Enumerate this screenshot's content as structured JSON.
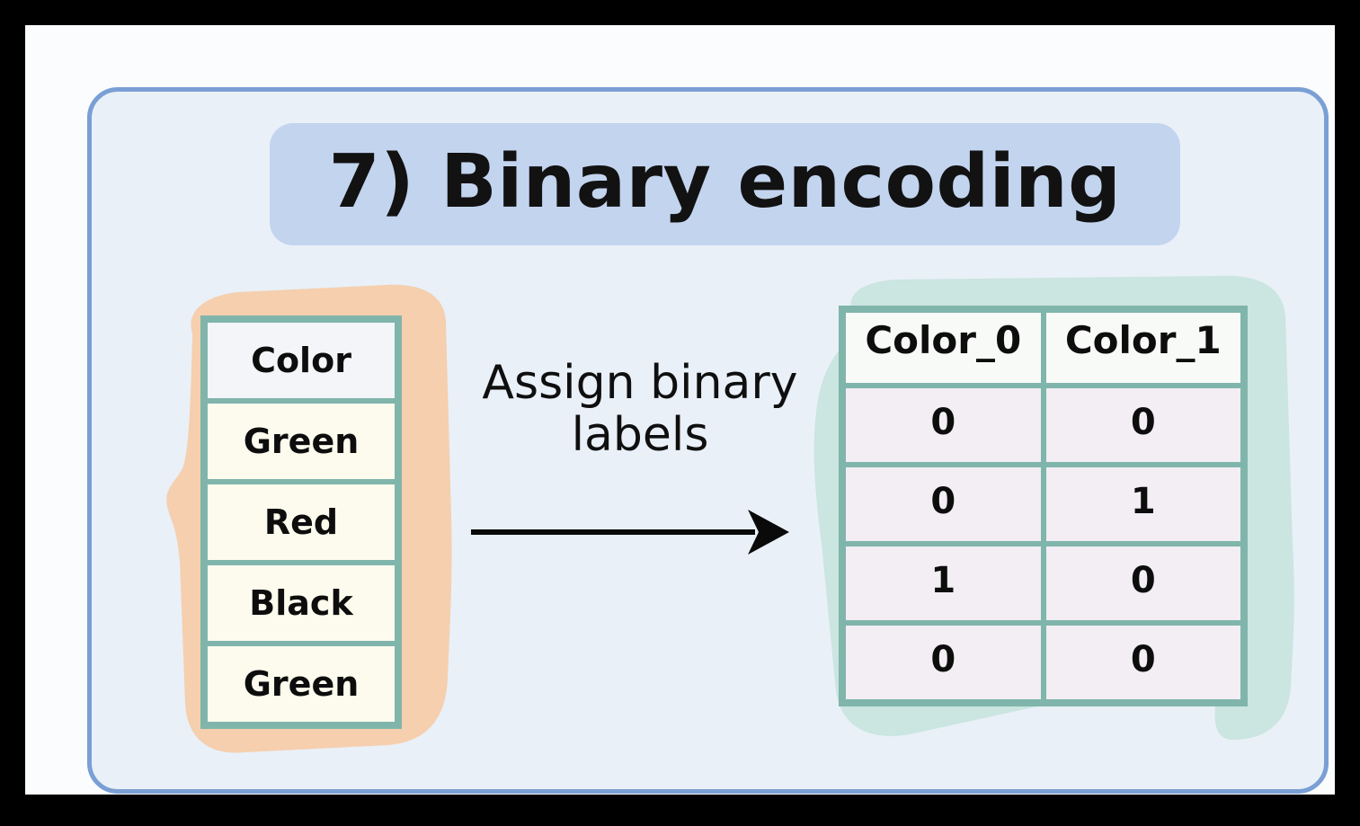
{
  "slide": {
    "title": "7) Binary encoding",
    "caption_line1": "Assign binary",
    "caption_line2": "labels"
  },
  "colors": {
    "matte": "#000000",
    "canvas": "#fafcfe",
    "frame_fill": "#e9f0f8",
    "frame_border": "#7a9fd4",
    "title_badge": "#c3d4ef",
    "table_border": "#80b5ab",
    "left_header_cell": "#f3f5f9",
    "left_body_cell": "#fdfbee",
    "right_header_cell": "#f8faf8",
    "right_body_cell": "#f2eef4",
    "highlight_left": "#f5cfae",
    "highlight_right": "#cbe5e0",
    "arrow": "#0a0a0a",
    "text": "#121212"
  },
  "left_table": {
    "name": "source-table",
    "header": [
      "Color"
    ],
    "rows": [
      [
        "Green"
      ],
      [
        "Red"
      ],
      [
        "Black"
      ],
      [
        "Green"
      ]
    ]
  },
  "right_table": {
    "name": "encoded-table",
    "header": [
      "Color_0",
      "Color_1"
    ],
    "rows": [
      [
        "0",
        "0"
      ],
      [
        "0",
        "1"
      ],
      [
        "1",
        "0"
      ],
      [
        "0",
        "0"
      ]
    ]
  },
  "arrow": {
    "direction": "right",
    "label": "transform-arrow"
  }
}
